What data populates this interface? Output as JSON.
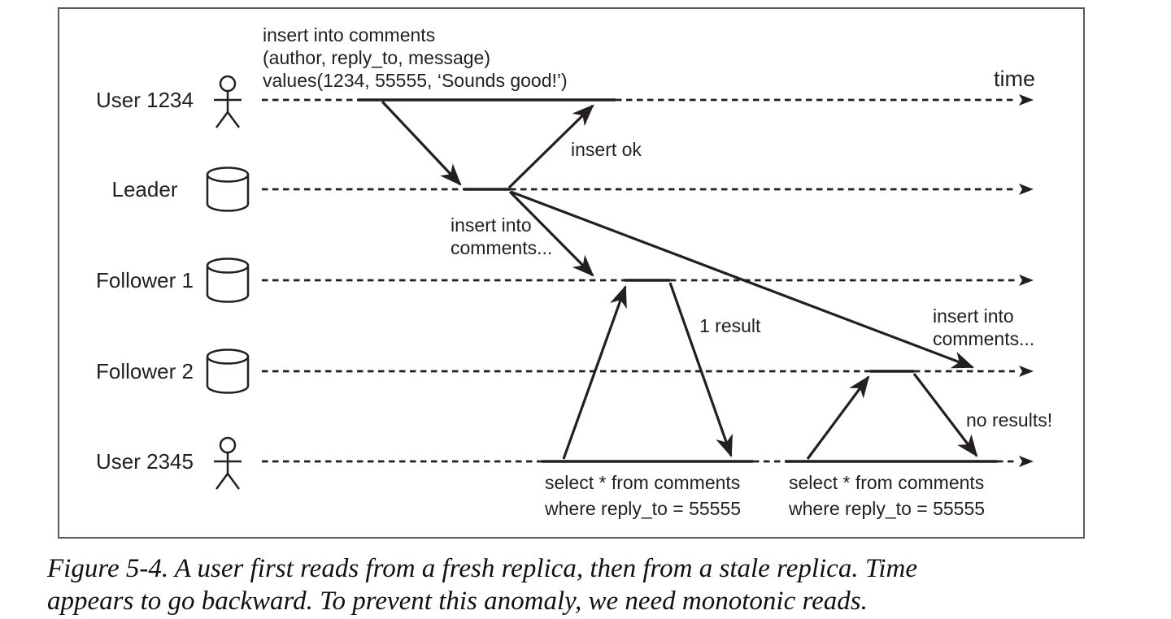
{
  "colors": {
    "ink": "#231f20",
    "frame": "#58595b",
    "background": "#ffffff"
  },
  "caption": {
    "line1": "Figure 5-4. A user first reads from a fresh replica, then from a stale replica. Time",
    "line2": "appears to go backward. To prevent this anomaly, we need monotonic reads."
  },
  "diagram": {
    "time_label": "time",
    "lanes": [
      {
        "label": "User 1234",
        "icon": "person"
      },
      {
        "label": "Leader",
        "icon": "database"
      },
      {
        "label": "Follower 1",
        "icon": "database"
      },
      {
        "label": "Follower 2",
        "icon": "database"
      },
      {
        "label": "User 2345",
        "icon": "person"
      }
    ],
    "annotations": {
      "insert_query": [
        "insert into comments",
        "(author, reply_to, message)",
        "values(1234, 55555, ‘Sounds good!’)"
      ],
      "insert_ok": "insert ok",
      "replicate_1": [
        "insert into",
        "comments..."
      ],
      "replicate_2": [
        "insert into",
        "comments..."
      ],
      "result_1": "1 result",
      "result_2": "no results!",
      "select_query_1": [
        "select * from comments",
        "where reply_to = 55555"
      ],
      "select_query_2": [
        "select * from comments",
        "where reply_to = 55555"
      ]
    }
  }
}
